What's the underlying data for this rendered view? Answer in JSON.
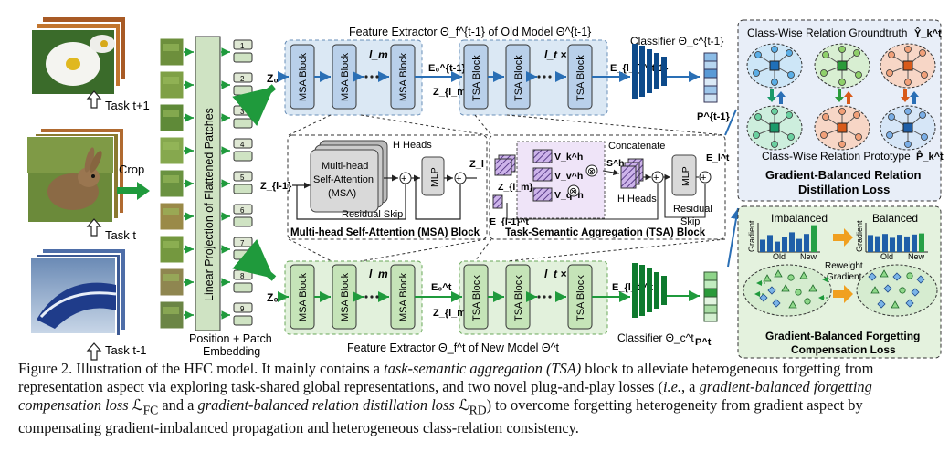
{
  "figure": {
    "tasks": {
      "next": "Task t+1",
      "current": "Task t",
      "prev": "Task t-1"
    },
    "crop_label": "Crop",
    "linear_projection_label": "Linear Projection of Flattened Patches",
    "patch_tokens": [
      "1",
      "2",
      "3",
      "4",
      "5",
      "6",
      "7",
      "8",
      "9"
    ],
    "position_embedding_label_1": "Position + Patch",
    "position_embedding_label_2": "Embedding",
    "old_model": {
      "title": "Feature Extractor Θ_f^{t-1} of Old Model Θ^{t-1}",
      "z0": "Z₀",
      "msa_blocks": [
        "MSA Block",
        "MSA Block",
        "MSA Block"
      ],
      "lm_times": "l_m ×",
      "e0": "E₀^{t-1}",
      "z_lm": "Z_{l_m}",
      "tsa_blocks": [
        "TSA Block",
        "TSA Block",
        "TSA Block"
      ],
      "lt_times": "l_t ×",
      "e_lt": "E_{l_t}^{t-1}",
      "classifier": "Classifier Θ_c^{t-1}",
      "p": "P^{t-1}"
    },
    "new_model": {
      "title": "Feature Extractor Θ_f^t of New Model Θ^t",
      "z0": "Z₀",
      "msa_blocks": [
        "MSA Block",
        "MSA Block",
        "MSA Block"
      ],
      "lm_times": "l_m ×",
      "e0": "E₀^t",
      "z_lm": "Z_{l_m}",
      "tsa_blocks": [
        "TSA Block",
        "TSA Block",
        "TSA Block"
      ],
      "lt_times": "l_t ×",
      "e_lt": "E_{l_t}^t",
      "classifier": "Classifier Θ_c^t",
      "p": "P^t"
    },
    "msa_detail": {
      "zl_in": "Z_{l-1}",
      "h_heads": "H Heads",
      "msa_text": [
        "Multi-head",
        "Self-Attention",
        "(MSA)"
      ],
      "mlp": "MLP",
      "zl_out": "Z_l",
      "residual": "Residual Skip",
      "caption": "Multi-head Self-Attention (MSA) Block"
    },
    "tsa_detail": {
      "z_lm": "Z_{l_m}",
      "e_in": "E_{l-1}^t",
      "v_labels": [
        "V_k^h",
        "V_v^h",
        "V_q^h"
      ],
      "concatenate": "Concatenate",
      "s_h": "S^h",
      "h_heads": "H Heads",
      "mlp": "MLP",
      "e_out": "E_l^t",
      "residual_1": "Residual",
      "residual_2": "Skip",
      "caption": "Task-Semantic Aggregation (TSA) Block"
    },
    "relation_panel": {
      "groundtruth": "Class-Wise Relation Groundtruth",
      "groundtruth_sym": "Ŷ_k^t",
      "prototype": "Class-Wise Relation Prototype",
      "prototype_sym": "P̂_k^t",
      "loss_1": "Gradient-Balanced Relation",
      "loss_2": "Distillation Loss"
    },
    "forgetting_panel": {
      "imbalanced": "Imbalanced",
      "balanced": "Balanced",
      "gradient": "Gradient",
      "old": "Old",
      "new": "New",
      "reweight_1": "Reweight",
      "reweight_2": "Gradient",
      "loss_1": "Gradient-Balanced Forgetting",
      "loss_2": "Compensation Loss",
      "imbalanced_values": [
        0.45,
        0.62,
        0.38,
        0.55,
        0.72,
        0.48,
        0.66,
        0.98
      ],
      "balanced_values": [
        0.62,
        0.58,
        0.66,
        0.52,
        0.63,
        0.57,
        0.64,
        0.68
      ]
    },
    "colors": {
      "old_box": "#dbe8f4",
      "new_box": "#e2f1dc",
      "green_arrow": "#1f9a3c",
      "blue_arrow": "#2a6fb5",
      "classifier": "#0d4a8a",
      "classifier_new": "#0e7a2e",
      "bar_blue": "#1f5fa8",
      "bar_green": "#26a046",
      "tsa_purple": "#c9b3e3"
    }
  },
  "caption": {
    "p1": "Figure 2. Illustration of the HFC model. It mainly contains a ",
    "p2": "task-semantic aggregation (TSA)",
    "p3": " block to alleviate heterogeneous forgetting from representation aspect via exploring task-shared global representations, and two novel plug-and-play losses (",
    "p4": "i.e.",
    "p5": ", a ",
    "p6": "gradient-balanced forgetting compensation loss",
    "p7": " ℒ",
    "p8": "FC",
    "p9": " and a ",
    "p10": "gradient-balanced relation distillation loss",
    "p11": " ℒ",
    "p12": "RD",
    "p13": ") to overcome forgetting heterogeneity from gradient aspect by compensating gradient-imbalanced propagation and heterogeneous class-relation consistency."
  }
}
